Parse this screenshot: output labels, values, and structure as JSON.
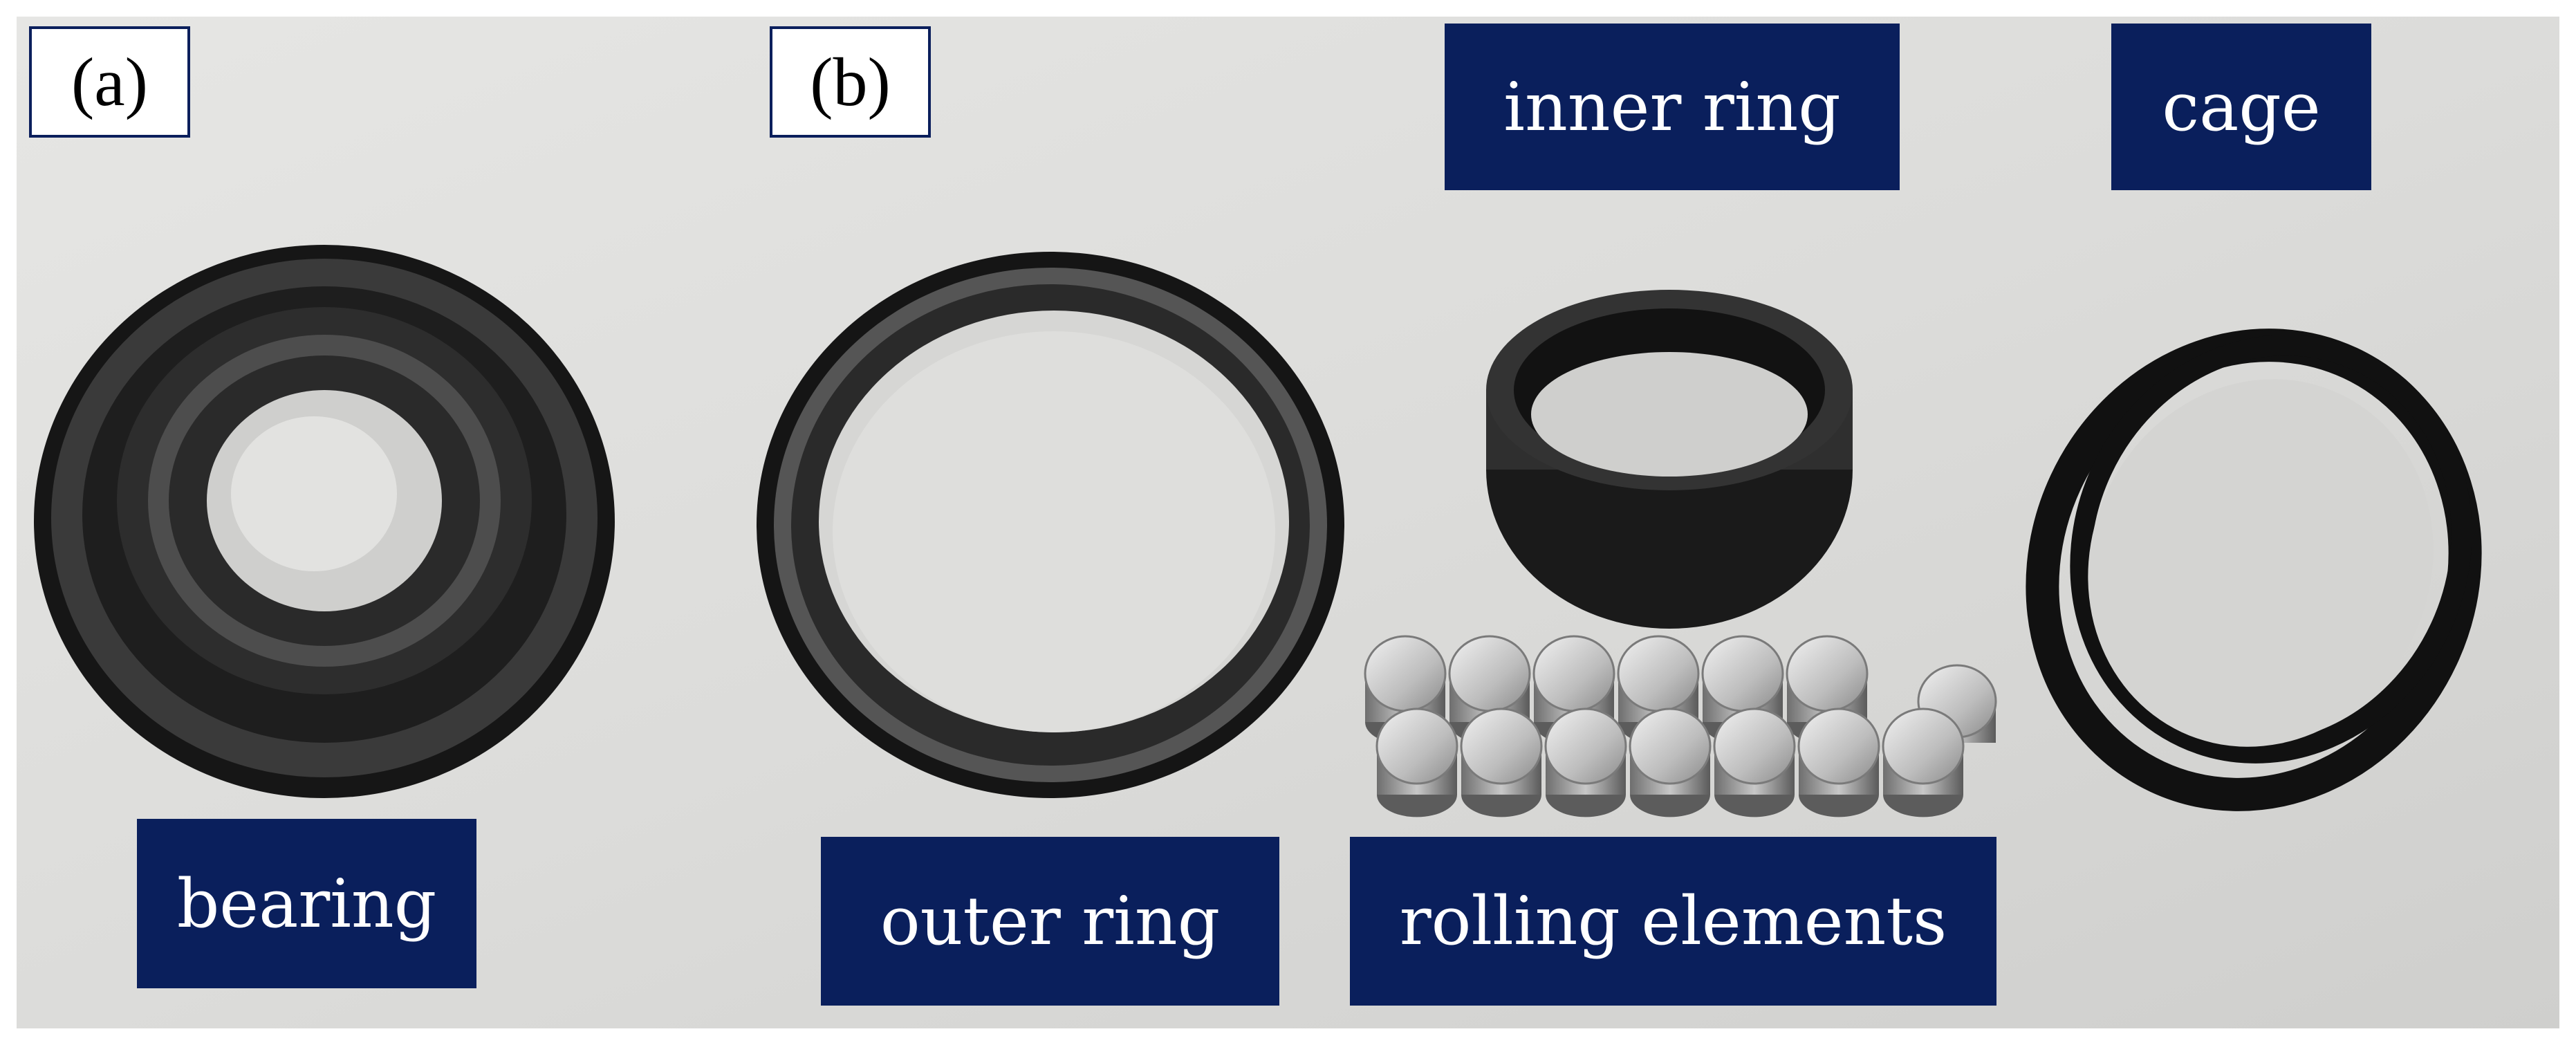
{
  "panels": {
    "a": "(a)",
    "b": "(b)"
  },
  "captions": {
    "bearing": "bearing",
    "outer_ring": "outer ring",
    "rolling_elements": "rolling elements",
    "inner_ring": "inner ring",
    "cage": "cage"
  },
  "colors": {
    "caption_bg": "#0a1f5c",
    "caption_text": "#ffffff",
    "background": "#d8d8d8"
  }
}
